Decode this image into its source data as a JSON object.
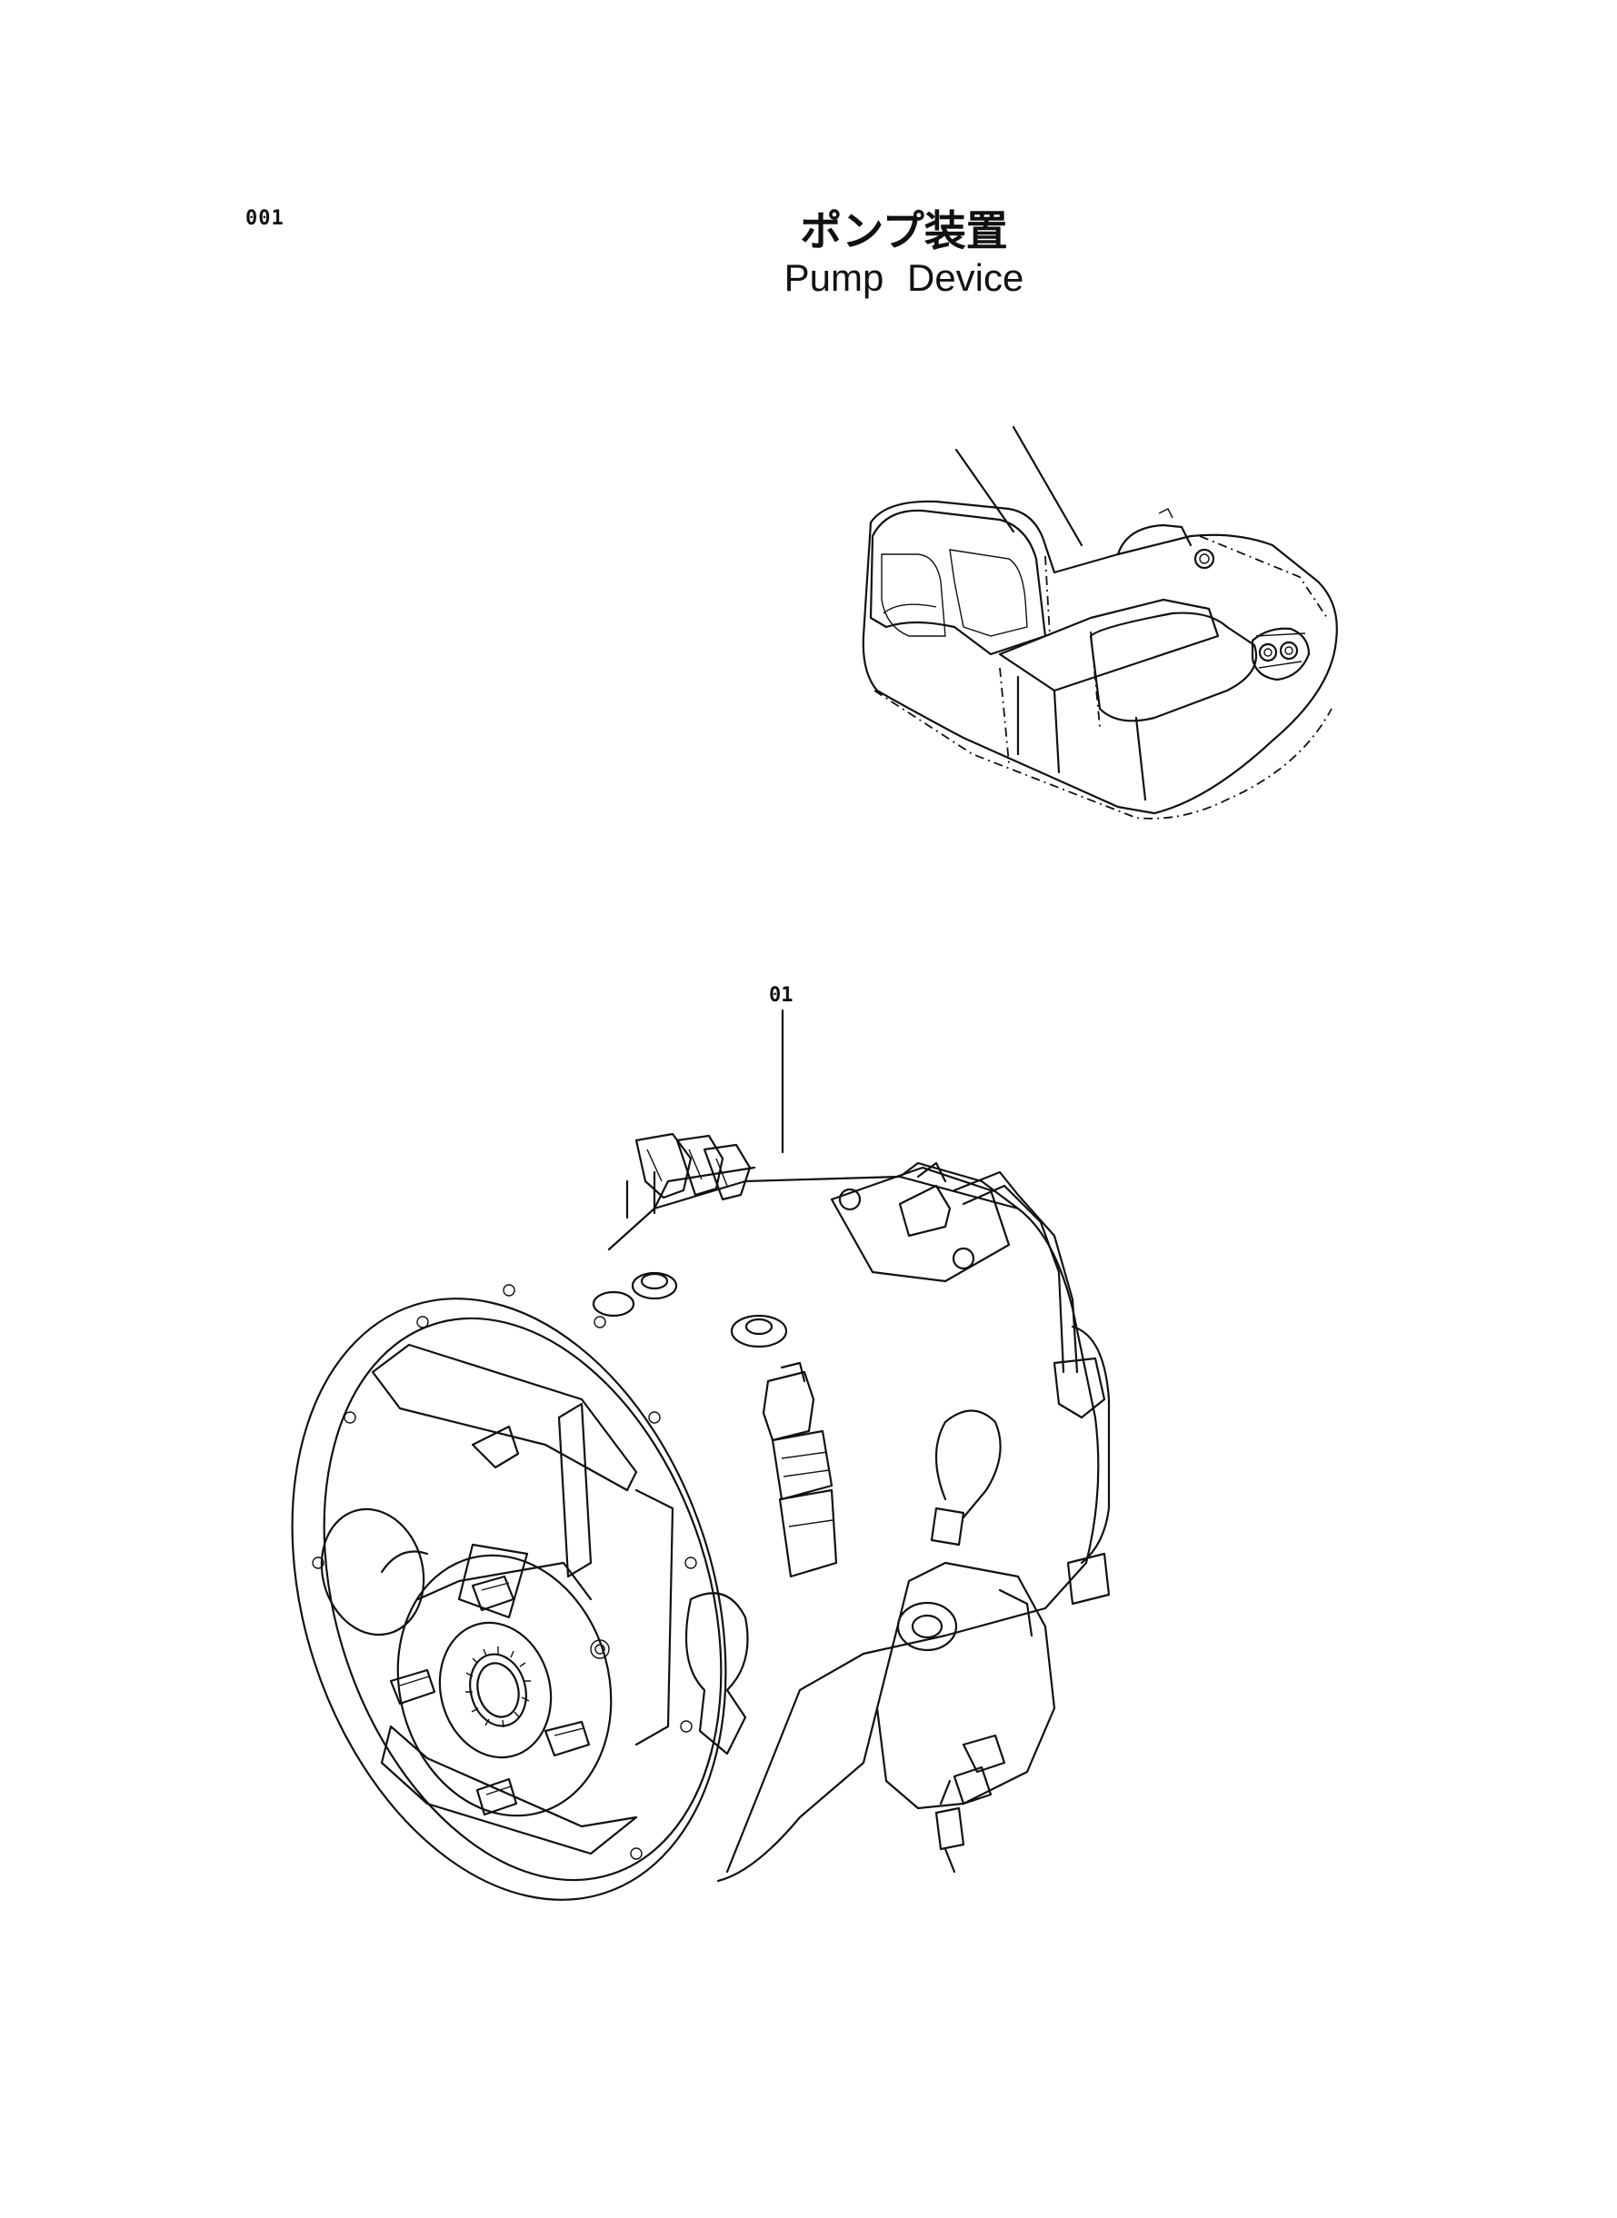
{
  "page": {
    "number": "001",
    "title_jp": "ポンプ装置",
    "title_en": "Pump   Device"
  },
  "callouts": [
    {
      "label": "01",
      "part": "pump-assembly"
    }
  ],
  "colors": {
    "ink": "#111111",
    "paper": "#ffffff"
  }
}
